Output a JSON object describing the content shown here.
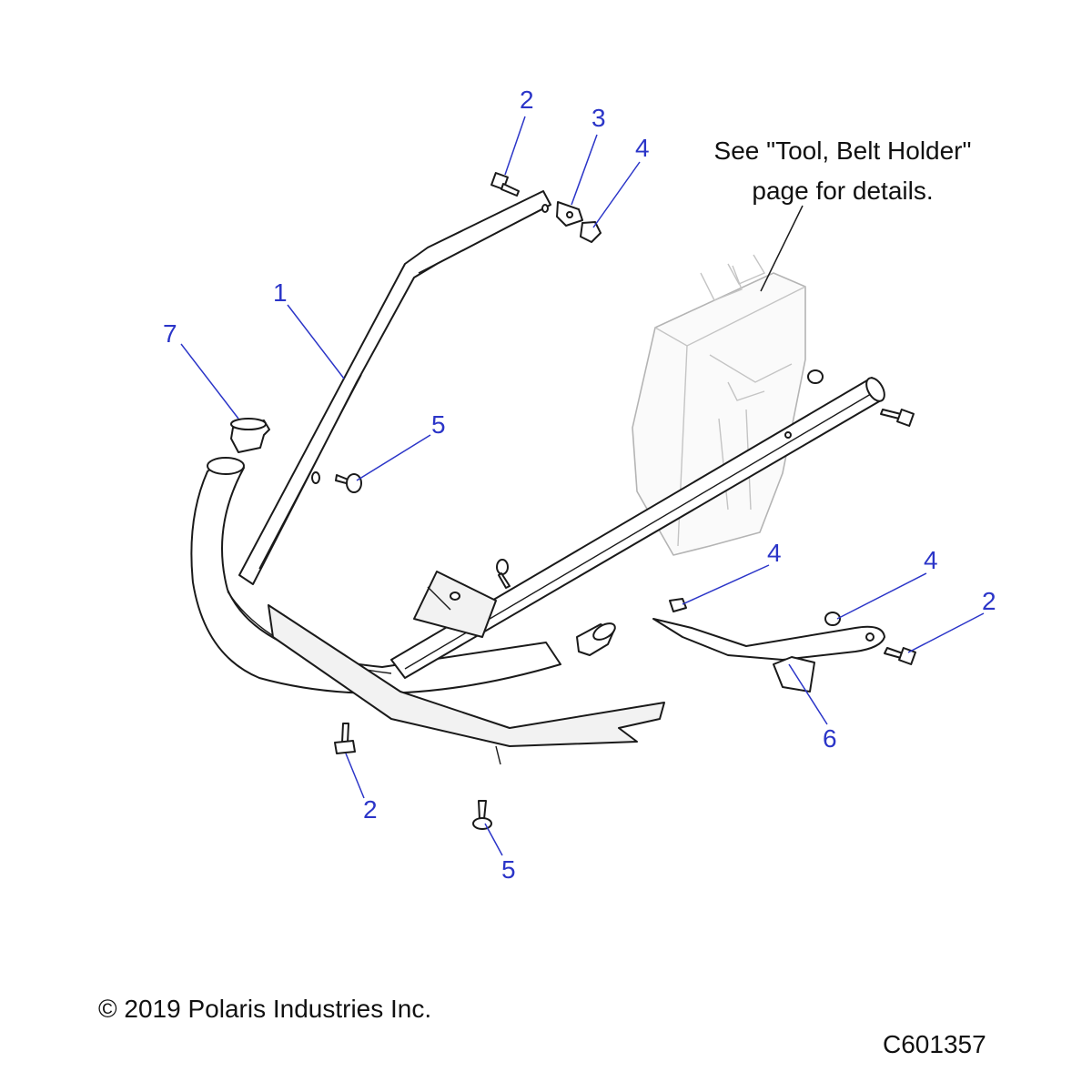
{
  "note": {
    "line1": "See \"Tool, Belt Holder\"",
    "line2": "page for details."
  },
  "callouts": {
    "c1": "1",
    "c2_top": "2",
    "c3": "3",
    "c4_top": "4",
    "c5_mid": "5",
    "c7": "7",
    "c4_mid": "4",
    "c4_right": "4",
    "c2_right": "2",
    "c6": "6",
    "c2_bottom": "2",
    "c5_bottom": "5"
  },
  "footer": {
    "copyright": "© 2019 Polaris Industries Inc.",
    "drawing_code": "C601357"
  },
  "colors": {
    "callout": "#2b35c8",
    "linework": "#1a1a1a",
    "ghost_part": "#b4b4b4"
  }
}
